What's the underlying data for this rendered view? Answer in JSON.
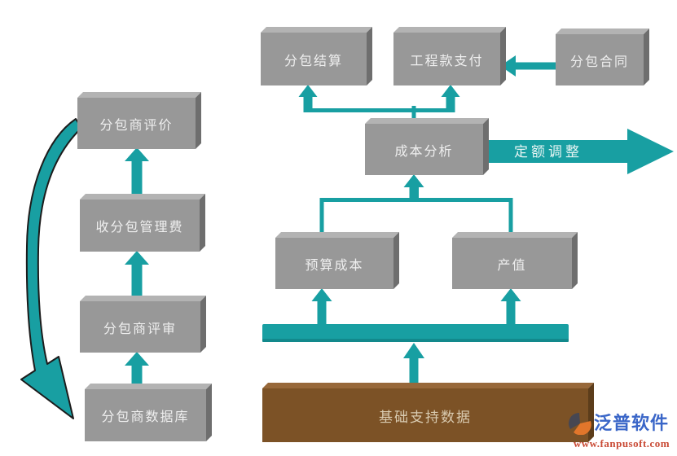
{
  "diagram": {
    "boxes": {
      "subcontractor_evaluation": "分包商评价",
      "collect_management_fee": "收分包管理费",
      "subcontractor_review": "分包商评审",
      "subcontractor_database": "分包商数据库",
      "subcontract_settlement": "分包结算",
      "project_payment": "工程款支付",
      "subcontract_contract": "分包合同",
      "cost_analysis": "成本分析",
      "budget_cost": "预算成本",
      "output_value": "产值",
      "base_support_data": "基础支持数据"
    },
    "labels": {
      "quota_adjustment": "定额调整"
    },
    "colors": {
      "teal": "#189FA2",
      "box_gray": "#989898",
      "box_gray_top": "#B3B3B3",
      "box_gray_side": "#6E6E6E",
      "brown": "#7C5226",
      "box_text": "#EFEFEF"
    }
  },
  "logo": {
    "name": "泛普软件",
    "url": "www.fanpusoft.com",
    "name_color": "#3A66C8",
    "url_color": "#C94A35",
    "icon_orange": "#E2762B",
    "icon_dark": "#474752"
  }
}
